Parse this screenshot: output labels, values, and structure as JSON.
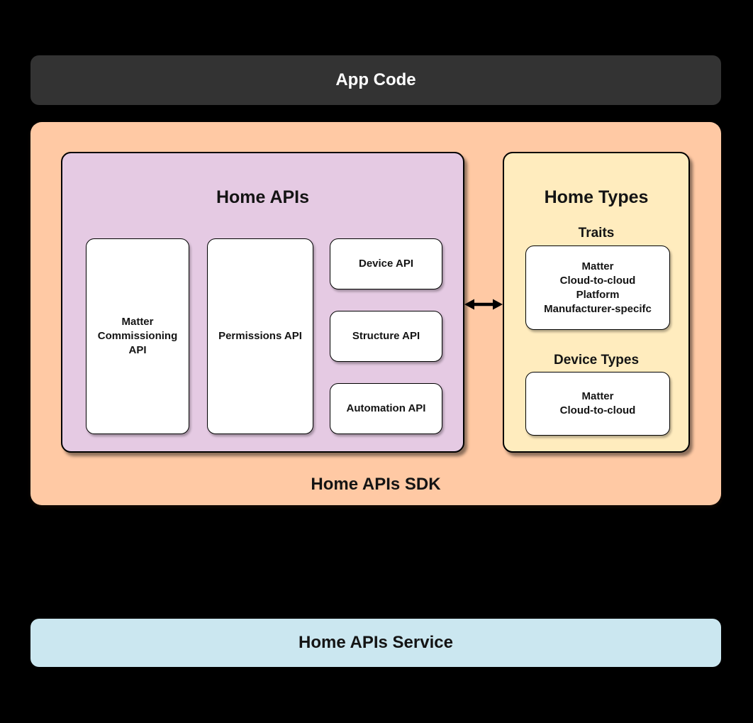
{
  "app_code": {
    "label": "App Code"
  },
  "sdk": {
    "label": "Home APIs SDK",
    "home_apis": {
      "title": "Home APIs",
      "matter_commissioning": "Matter Commissioning API",
      "permissions": "Permissions API",
      "device": "Device API",
      "structure": "Structure API",
      "automation": "Automation API"
    },
    "home_types": {
      "title": "Home Types",
      "traits_heading": "Traits",
      "traits_items": [
        "Matter",
        "Cloud-to-cloud",
        "Platform",
        "Manufacturer-specifc"
      ],
      "device_types_heading": "Device Types",
      "device_types_items": [
        "Matter",
        "Cloud-to-cloud"
      ]
    },
    "icons": {
      "arrow": "left-right-arrow"
    }
  },
  "service": {
    "label": "Home APIs Service"
  },
  "colors": {
    "background": "#000000",
    "app_code_fill": "#333333",
    "app_code_text": "#ffffff",
    "sdk_fill": "#ffc9a4",
    "home_apis_fill": "#e5cae3",
    "home_types_fill": "#ffecbe",
    "card_fill": "#ffffff",
    "service_fill": "#cbe7f0",
    "border": "#000000",
    "text": "#141414"
  }
}
